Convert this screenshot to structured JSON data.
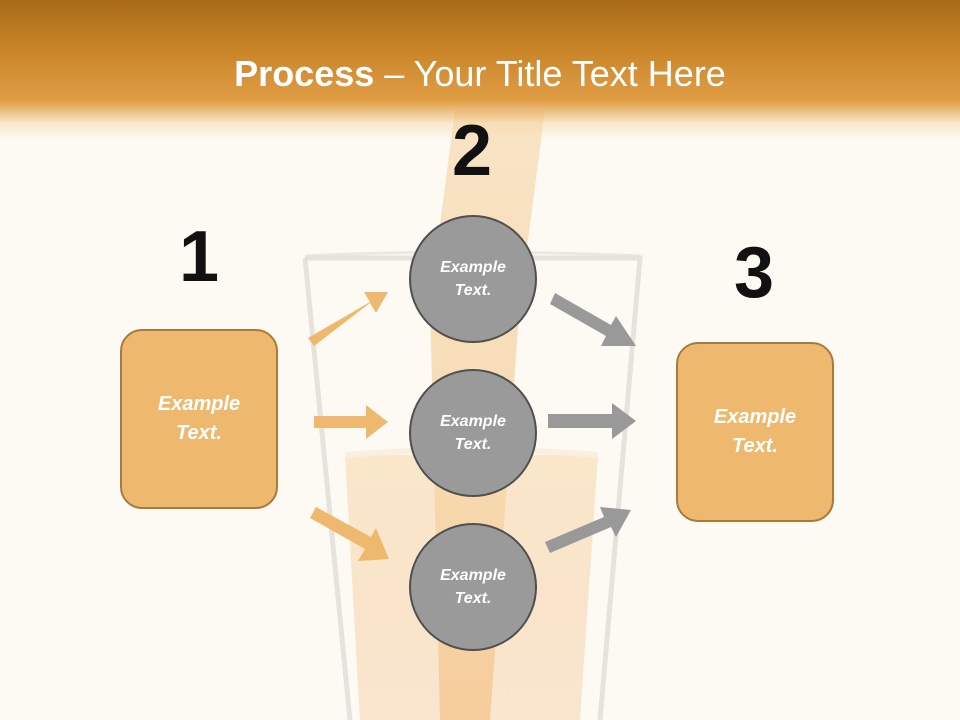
{
  "slide": {
    "title_bold": "Process",
    "title_rest": " – Your Title Text Here"
  },
  "steps": {
    "num1": "1",
    "num2": "2",
    "num3": "3"
  },
  "nodes": {
    "left_box": "Example Text.",
    "circle_top": "Example Text.",
    "circle_mid": "Example Text.",
    "circle_bot": "Example Text.",
    "right_box": "Example Text."
  },
  "colors": {
    "header": "#c98428",
    "orange_arrow": "#eeb96e",
    "gray_arrow": "#999999",
    "box_fill": "#eeb96e",
    "circle_fill": "#9a9a9a"
  }
}
